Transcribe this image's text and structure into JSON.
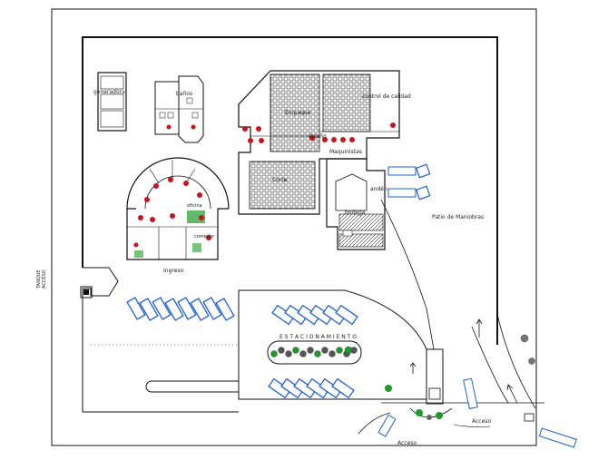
{
  "labels": {
    "generadora": "generadora",
    "banos": "baños",
    "control_calidad": "control de calidad",
    "diseno": "diseño",
    "bodega": "bodega",
    "empaque": "Empaque",
    "corte": "Corte",
    "maquinistas": "Maquinistas",
    "anden": "andén",
    "patio": "Patio de Maniobras",
    "ingreso": "Ingreso",
    "estacionamiento": "E S T A C I O N A M I E N T O",
    "acceso_bottom": "Acceso",
    "acceso_right": "Acceso",
    "left_top": "TANQUE",
    "left_bottom": "ACCESO",
    "office": "oficina",
    "comedor": "comedor"
  },
  "colors": {
    "line": "#111111",
    "blue": "#1f5fd6",
    "red": "#c8141e",
    "green": "#1c9c2a",
    "grey": "#666666"
  },
  "icons": [
    "blue-car-icon",
    "tree-icon",
    "arrow-icon"
  ]
}
